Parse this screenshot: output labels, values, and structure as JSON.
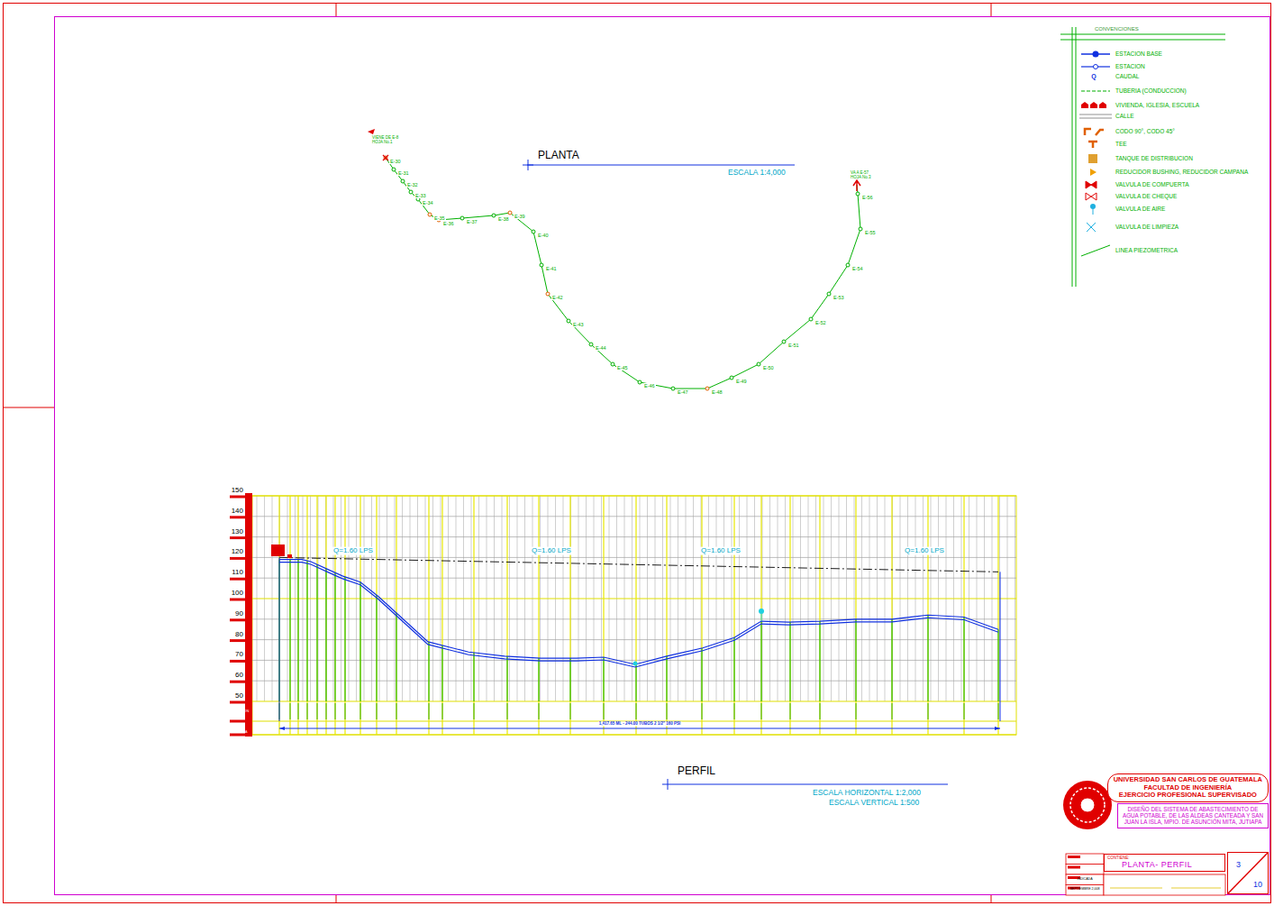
{
  "diagram": {
    "nodes": [
      {
        "text": [
          "UNIVERSIDAD SAN CARLOS DE GUATEMALA",
          "FACULTAD DE INGENIERÍA",
          "EJERCICIO PROFESIONAL SUPERVISADO"
        ]
      },
      {
        "text": [
          "DISEÑO DEL SISTEMA DE ABASTECIMIENTO DE AGUA POTABLE, DE LAS ALDEAS CANTEADA Y SAN JUAN LA ISLA, MPIO. DE ASUNCIÓN MITA, JUTIAPA"
        ]
      },
      {
        "text": [
          "CONTIENE:",
          "PLANTA- PERFIL"
        ]
      },
      {
        "text": [
          "3",
          "10"
        ]
      }
    ],
    "labels": [
      "CONVENCIONES",
      "Q",
      "PLANTA",
      "ESCALA 1:4,000",
      "VIENE DE E-8 HOJA No.1",
      "VA A E-57 HOJA No.3",
      "E-30",
      "E-31",
      "E-32",
      "E-33",
      "E-34",
      "E-35",
      "E-36",
      "E-37",
      "E-38",
      "E-39",
      "E-40",
      "E-41",
      "E-42",
      "E-43",
      "E-44",
      "E-45",
      "E-46",
      "E-47",
      "E-48",
      "E-49",
      "E-50",
      "E-51",
      "E-52",
      "E-53",
      "E-54",
      "E-55",
      "E-56",
      "150",
      "140",
      "130",
      "120",
      "110",
      "100",
      "90",
      "80",
      "70",
      "60",
      "50",
      "Q=1.60 LPS",
      "Q=1.60 LPS",
      "Q=1.60 LPS",
      "Q=1.60 LPS",
      "ESTACION",
      "TRAMO DE TUBERIA",
      "1,417.65 ML - 244.00 TUBOS 2 1/2\" 160 PSI",
      "PERFIL",
      "ESCALA HORIZONTAL 1:2,000",
      "ESCALA VERTICAL 1:500",
      "INDICADA",
      "SEPTIEMBRE 2,008"
    ],
    "legend": [
      {
        "text": "ESTACION BASE"
      },
      {
        "text": "ESTACION"
      },
      {
        "text": "CAUDAL"
      },
      {
        "text": "TUBERIA (CONDUCCION)"
      },
      {
        "text": "VIVIENDA, IGLESIA, ESCUELA"
      },
      {
        "text": "CALLE"
      },
      {
        "text": "CODO 90°, CODO 45°"
      },
      {
        "text": "TEE"
      },
      {
        "text": "TANQUE DE DISTRIBUCION",
        "color": "#e0a030"
      },
      {
        "text": "REDUCIDOR BUSHING, REDUCIDOR CAMPANA"
      },
      {
        "text": "VALVULA DE COMPUERTA"
      },
      {
        "text": "VALVULA DE CHEQUE"
      },
      {
        "text": "VALVULA DE AIRE"
      },
      {
        "text": "VALVULA DE LIMPIEZA"
      },
      {
        "text": "LINEA PIEZOMETRICA"
      }
    ]
  }
}
